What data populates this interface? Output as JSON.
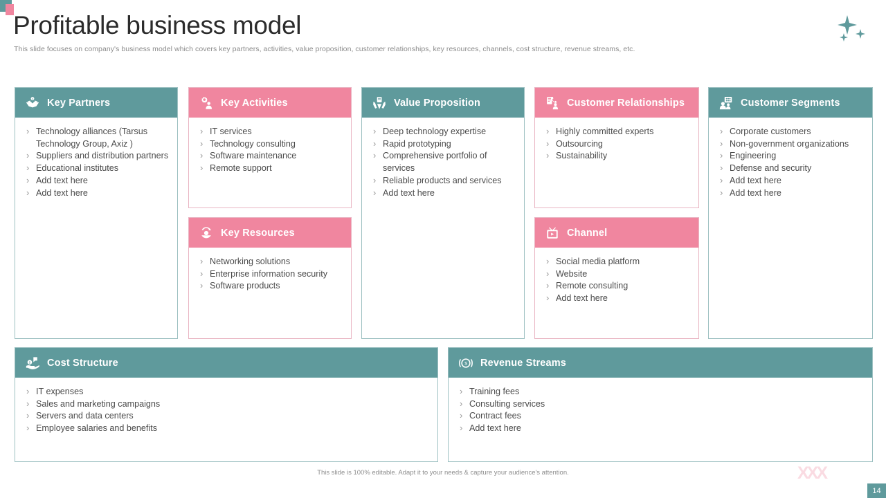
{
  "header": {
    "title": "Profitable business model",
    "subtitle": "This slide focuses on company's business model which covers key partners, activities, value proposition, customer relationships, key resources, channels, cost structure, revenue streams, etc."
  },
  "colors": {
    "teal": "#5f9a9c",
    "pink": "#f0869f",
    "teal_border": "#9cc0c1",
    "pink_border": "#e9b4c2",
    "text": "#4a4a4a",
    "xxx_watermark": "#fadbe2"
  },
  "cards": {
    "key_partners": {
      "title": "Key Partners",
      "icon": "handshake-icon",
      "theme": "teal",
      "items": [
        "Technology alliances (Tarsus Technology Group, Axiz )",
        "Suppliers and distribution partners",
        "Educational institutes",
        "Add text here",
        "Add text here"
      ]
    },
    "key_activities": {
      "title": "Key Activities",
      "icon": "gear-person-icon",
      "theme": "pink",
      "items": [
        "IT services",
        "Technology consulting",
        "Software maintenance",
        "Remote support"
      ]
    },
    "key_resources": {
      "title": "Key Resources",
      "icon": "resources-cycle-icon",
      "theme": "pink",
      "items": [
        "Networking solutions",
        "Enterprise information security",
        "Software products"
      ]
    },
    "value_proposition": {
      "title": "Value Proposition",
      "icon": "hands-document-icon",
      "theme": "teal",
      "items": [
        "Deep technology expertise",
        "Rapid prototyping",
        "Comprehensive portfolio of services",
        "Reliable products and services",
        "Add text here"
      ]
    },
    "customer_relationships": {
      "title": "Customer Relationships",
      "icon": "phone-person-icon",
      "theme": "pink",
      "items": [
        "Highly committed experts",
        "Outsourcing",
        "Sustainability"
      ]
    },
    "channel": {
      "title": "Channel",
      "icon": "tv-media-icon",
      "theme": "pink",
      "items": [
        "Social media platform",
        "Website",
        "Remote consulting",
        "Add text here"
      ]
    },
    "customer_segments": {
      "title": "Customer Segments",
      "icon": "people-group-icon",
      "theme": "teal",
      "items": [
        "Corporate customers",
        "Non-government organizations",
        "Engineering",
        "Defense and security",
        "Add text here",
        "Add text here"
      ]
    },
    "cost_structure": {
      "title": "Cost Structure",
      "icon": "hand-coin-icon",
      "theme": "teal",
      "items": [
        "IT expenses",
        "Sales and marketing campaigns",
        "Servers and data centers",
        "Employee salaries and benefits"
      ]
    },
    "revenue_streams": {
      "title": "Revenue Streams",
      "icon": "coin-circle-icon",
      "theme": "teal",
      "items": [
        "Training fees",
        "Consulting services",
        "Contract fees",
        "Add text here"
      ]
    }
  },
  "footer": {
    "note": "This slide is 100% editable. Adapt it to your needs & capture your audience's attention.",
    "watermark": "XXX",
    "page_number": "14"
  }
}
